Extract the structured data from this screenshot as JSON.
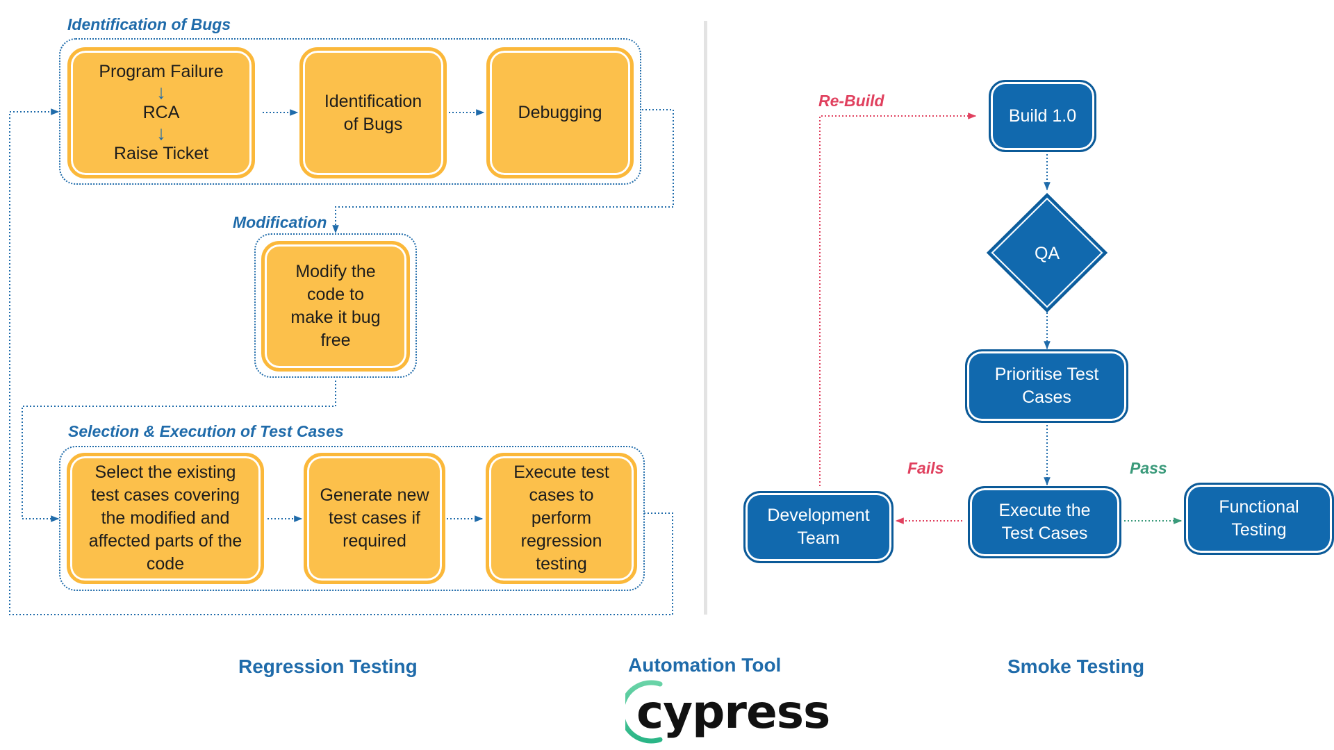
{
  "regression": {
    "caption": "Regression Testing",
    "group1_label": "Identification of Bugs",
    "group2_label": "Modification",
    "group3_label": "Selection & Execution of Test Cases",
    "box_failure": {
      "line1": "Program Failure",
      "line2": "RCA",
      "line3": "Raise Ticket"
    },
    "box_identification": "Identification of Bugs",
    "box_debugging": "Debugging",
    "box_modify": "Modify the code to make it bug free",
    "box_select": "Select the existing test cases covering the modified and affected parts of the code",
    "box_generate": "Generate new test cases if required",
    "box_execute": "Execute test cases to perform regression testing"
  },
  "smoke": {
    "caption": "Smoke Testing",
    "rebuild_label": "Re-Build",
    "fails_label": "Fails",
    "pass_label": "Pass",
    "box_build": "Build 1.0",
    "box_qa": "QA",
    "box_prioritise": "Prioritise Test Cases",
    "box_execute": "Execute the Test Cases",
    "box_dev": "Development Team",
    "box_functional": "Functional Testing"
  },
  "tool": {
    "caption": "Automation Tool",
    "logo_text": "cypress"
  },
  "colors": {
    "accent_blue": "#1F6BAA",
    "box_blue": "#1169AE",
    "box_yellow": "#FCC04B",
    "fails_red": "#E0405E",
    "pass_green": "#3A9A7A"
  }
}
